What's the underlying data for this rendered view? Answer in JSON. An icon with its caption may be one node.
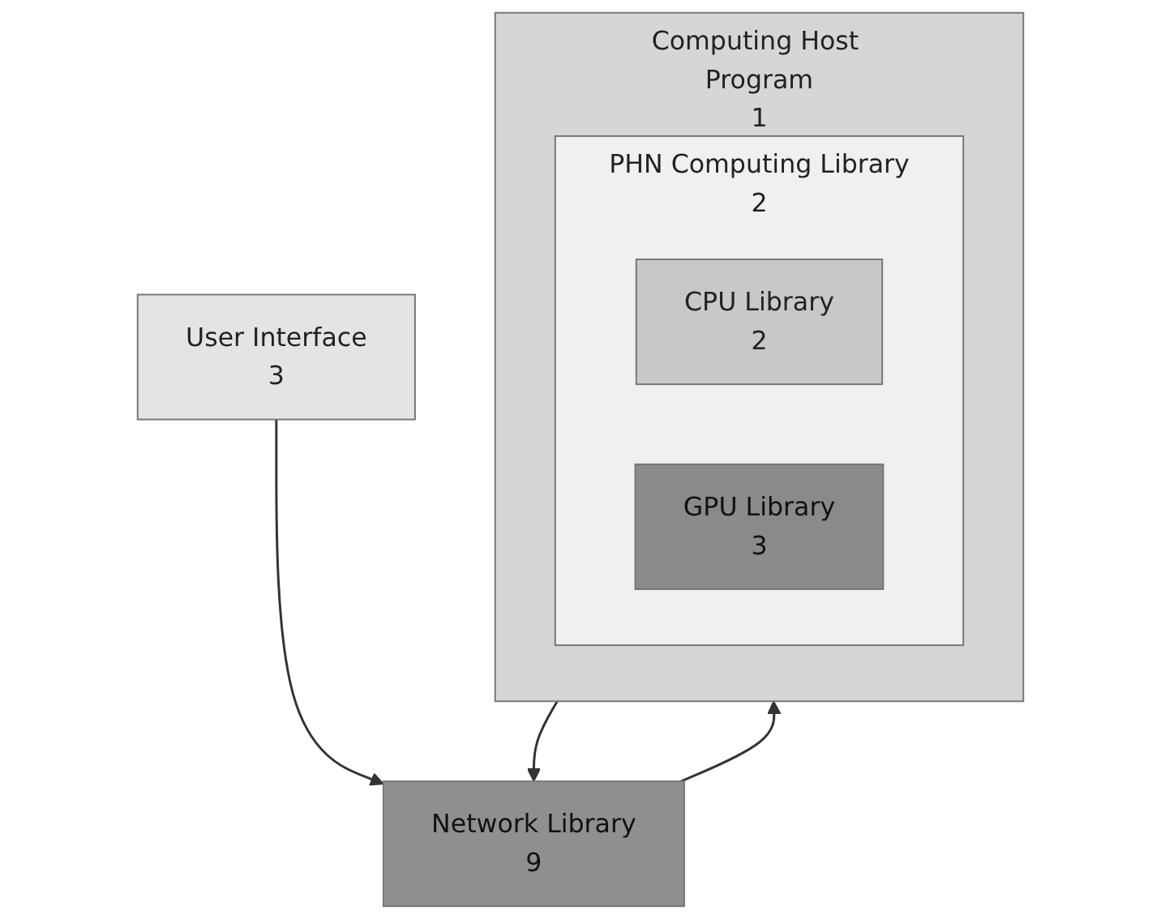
{
  "diagram": {
    "nodes": [
      {
        "text": [
          "Computing Host Program",
          "1"
        ]
      },
      {
        "text": [
          "PHN Computing Library",
          "2"
        ],
        "in": 0
      },
      {
        "text": [
          "CPU Library",
          "2"
        ],
        "in": 1
      },
      {
        "text": [
          "GPU Library",
          "3"
        ],
        "in": 1
      },
      {
        "text": [
          "Network Library",
          "9"
        ]
      },
      {
        "text": [
          "User Interface",
          "3"
        ]
      }
    ],
    "edges": [
      {
        "from": 0,
        "to": 4,
        "arrow": "to"
      },
      {
        "from": 4,
        "to": 0,
        "arrow": "to"
      },
      {
        "from": 5,
        "to": 4,
        "arrow": "to"
      }
    ]
  }
}
